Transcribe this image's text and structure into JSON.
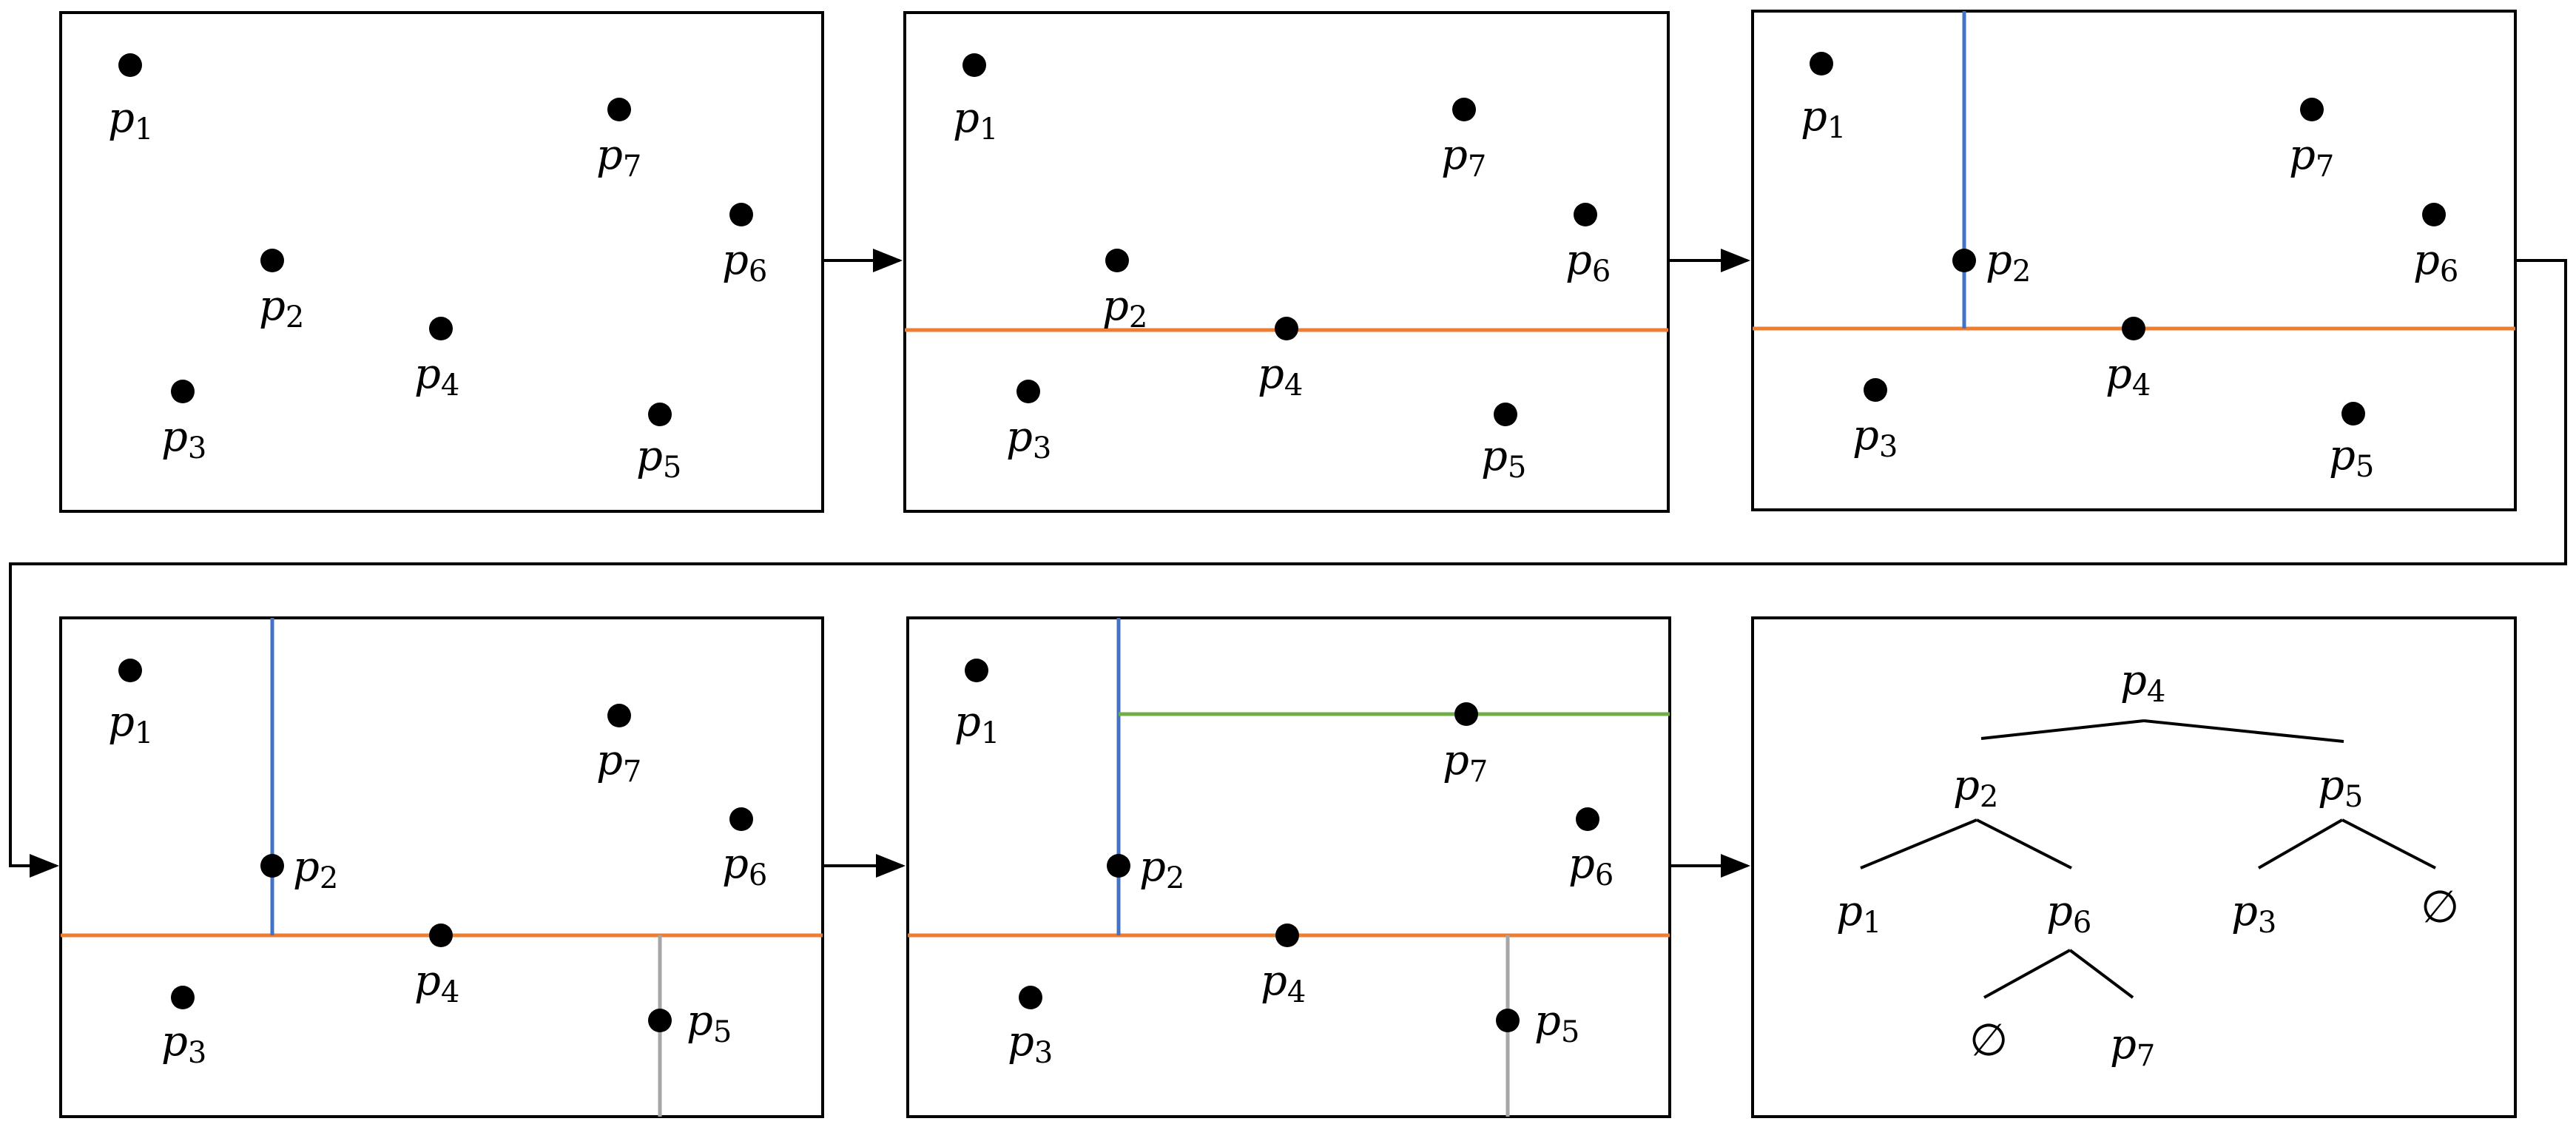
{
  "labels": {
    "p1": "p",
    "p1_sub": "1",
    "p2": "p",
    "p2_sub": "2",
    "p3": "p",
    "p3_sub": "3",
    "p4": "p",
    "p4_sub": "4",
    "p5": "p",
    "p5_sub": "5",
    "p6": "p",
    "p6_sub": "6",
    "p7": "p",
    "p7_sub": "7",
    "empty": "∅"
  },
  "colors": {
    "orange_split": "#ED7D31",
    "blue_split": "#4472C4",
    "gray_split": "#A6A6A6",
    "green_split": "#70AD47",
    "frame": "#000000"
  }
}
